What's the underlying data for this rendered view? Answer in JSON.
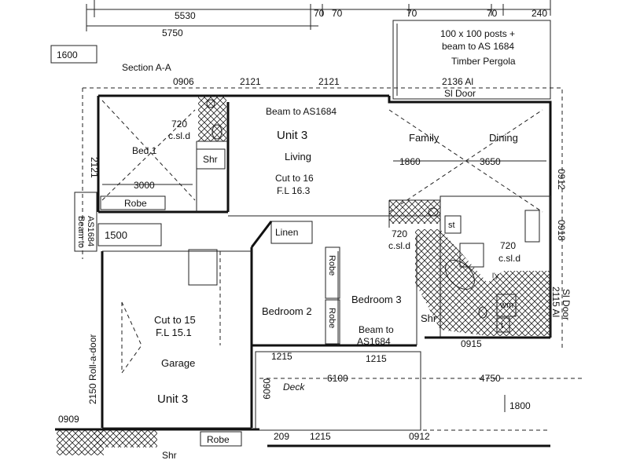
{
  "top_dims": {
    "a": "5530",
    "b": "70",
    "c": "70",
    "d": "70",
    "e": "70",
    "f": "240",
    "g": "5750",
    "h": "1600"
  },
  "pergola": {
    "line1": "100 x 100 posts +",
    "line2": "beam to AS 1684",
    "line3": "Timber Pergola"
  },
  "section": "Section A-A",
  "upper_dims": {
    "d0906": "0906",
    "d2121a": "2121",
    "d2121b": "2121",
    "d2136": "2136 Al",
    "sl_door": "Sl Door"
  },
  "rooms": {
    "beam_as": "Beam to AS1684",
    "unit3_top": "Unit 3",
    "living": "Living",
    "cut16": "Cut to 16",
    "fl163": "F.L 16.3",
    "family": "Family",
    "dining": "Dining",
    "d1860": "1860",
    "d3650": "3650",
    "d0912r": "0912",
    "d0918": "0918",
    "bed1": "Bed 1",
    "d720a": "720",
    "csld_a": "c.sl.d",
    "shr1": "Shr",
    "d3000": "3000",
    "robe1": "Robe",
    "d2121side": "2121",
    "beam_left1": "Beam to",
    "beam_left2": "AS1684",
    "d1500": "1500",
    "linen": "Linen",
    "d720b": "720",
    "csld_b": "c.sl.d",
    "d720c": "720",
    "csld_c": "c.sl.d",
    "st": "st",
    "ly": "l'y",
    "wm": "wm",
    "t": "t",
    "robe2": "Robe",
    "robe3": "Robe",
    "bedroom2": "Bedroom 2",
    "bedroom3": "Bedroom 3",
    "beam_bot1": "Beam to",
    "beam_bot2": "AS1684",
    "shr2": "Shr",
    "d0915": "0915",
    "d2115": "2115 Al",
    "sl_door2": "Sl Door",
    "cut15": "Cut to 15",
    "fl151": "F.L 15.1",
    "garage": "Garage",
    "unit3_bot": "Unit 3",
    "rolldoor": "2150 Roll-a-door"
  },
  "lower_dims": {
    "d1215a": "1215",
    "d1215b": "1215",
    "d6100": "6100",
    "d4750": "4750",
    "d0909r": "0909",
    "deck": "Deck",
    "d1800": "1800",
    "d0909l": "0909",
    "robe_bot": "Robe",
    "shr_bot": "Shr",
    "d209": "209",
    "d1215c": "1215",
    "d0912b": "0912"
  }
}
